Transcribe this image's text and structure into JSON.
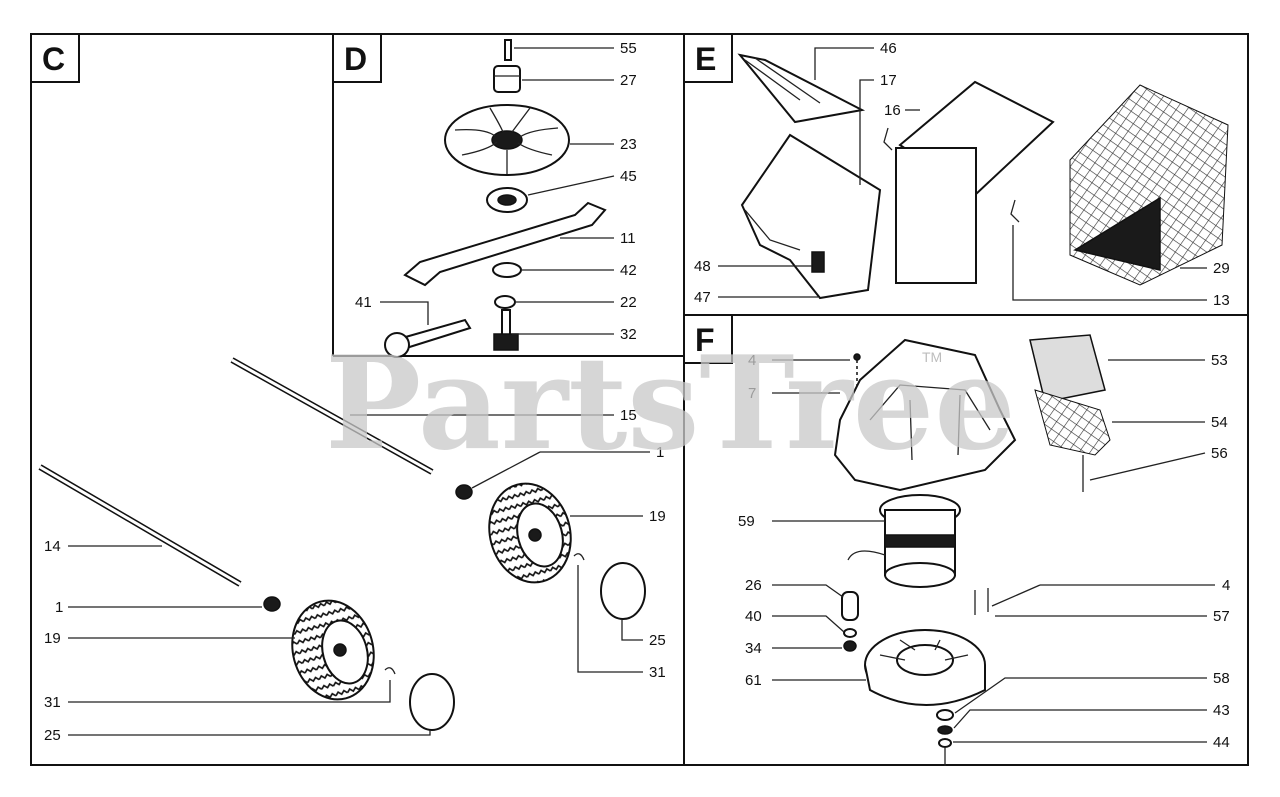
{
  "panels": [
    {
      "letter": "C"
    },
    {
      "letter": "D"
    },
    {
      "letter": "E"
    },
    {
      "letter": "F"
    }
  ],
  "watermark": {
    "text": "PartsTree",
    "tm": "TM"
  },
  "callouts": {
    "d55": "55",
    "d27": "27",
    "d23": "23",
    "d45": "45",
    "d11": "11",
    "d42": "42",
    "d22": "22",
    "d32": "32",
    "d41": "41",
    "e46": "46",
    "e17": "17",
    "e16": "16",
    "e48": "48",
    "e47": "47",
    "e29": "29",
    "e13": "13",
    "c15": "15",
    "c1a": "1",
    "c19a": "19",
    "c14": "14",
    "c1b": "1",
    "c19b": "19",
    "c25a": "25",
    "c31a": "31",
    "c31b": "31",
    "c25b": "25",
    "f4a": "4",
    "f7": "7",
    "f53": "53",
    "f54": "54",
    "f56": "56",
    "f59": "59",
    "f26": "26",
    "f40": "40",
    "f34": "34",
    "f61": "61",
    "f4b": "4",
    "f57": "57",
    "f58": "58",
    "f43": "43",
    "f44": "44"
  }
}
